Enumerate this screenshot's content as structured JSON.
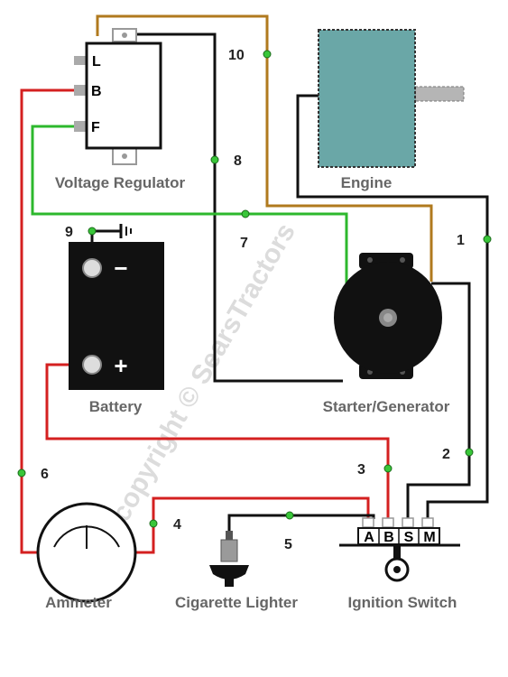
{
  "labels": {
    "voltage_regulator": "Voltage Regulator",
    "engine": "Engine",
    "battery": "Battery",
    "starter_generator": "Starter/Generator",
    "ammeter": "Ammeter",
    "cigarette_lighter": "Cigarette Lighter",
    "ignition_switch": "Ignition Switch"
  },
  "regulator_terminals": {
    "l": "L",
    "b": "B",
    "f": "F"
  },
  "switch_terminals": {
    "a": "A",
    "b": "B",
    "s": "S",
    "m": "M"
  },
  "battery_terminals": {
    "neg": "−",
    "pos": "+"
  },
  "wire_numbers": {
    "w1": "1",
    "w2": "2",
    "w3": "3",
    "w4": "4",
    "w5": "5",
    "w6": "6",
    "w7": "7",
    "w8": "8",
    "w9": "9",
    "w10": "10"
  },
  "watermark": "copyright © SearsTractors",
  "colors": {
    "red_wire": "#d42020",
    "black_wire": "#111111",
    "green_wire": "#2db82d",
    "brown_wire": "#b07a1e",
    "node": "#39c639",
    "engine_fill": "#6aa7a7"
  }
}
